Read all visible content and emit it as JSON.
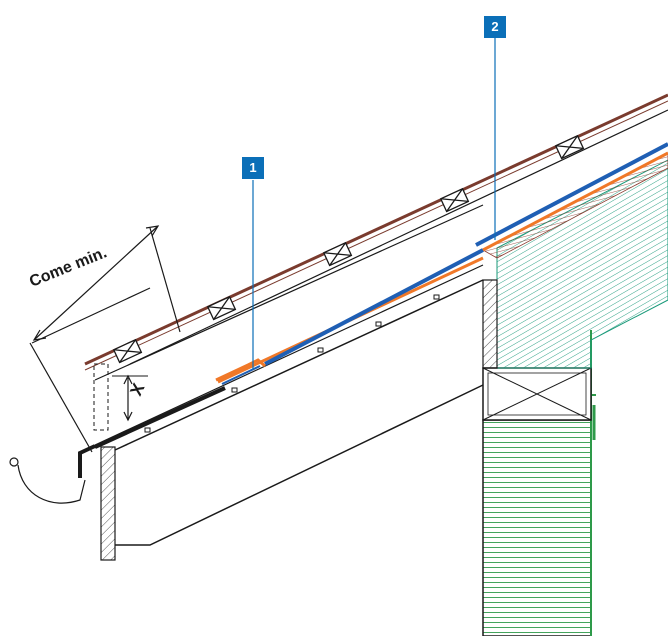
{
  "diagram": {
    "dimension_label": "Come min.",
    "height_label": "X",
    "callouts": [
      {
        "number": "1"
      },
      {
        "number": "2"
      }
    ]
  },
  "colors": {
    "callout": "#0b6fb8",
    "tile": "#7a3b2e",
    "membrane_blue": "#1f5fb4",
    "membrane_orange": "#f07828",
    "insulation": "#1a9a7a",
    "timber_green": "#2e9a4a",
    "fiber_brown": "#8a3a2e",
    "line": "#1a1a1a"
  }
}
